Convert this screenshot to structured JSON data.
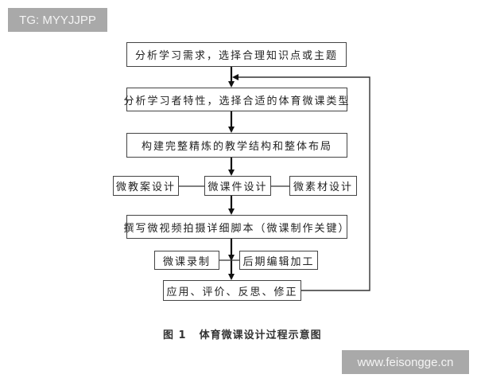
{
  "watermarks": {
    "top_left": "TG: MYYJJPP",
    "bottom_right": "www.feisongge.cn"
  },
  "flowchart": {
    "steps": [
      "分析学习需求，选择合理知识点或主题",
      "分析学习者特性，选择合适的体育微课类型",
      "构建完整精炼的教学结构和整体布局",
      "微课件设计",
      "撰写微视频拍摄详细脚本（微课制作关键）",
      "应用、评价、反思、修正"
    ],
    "design_branches": {
      "left": "微教案设计",
      "center": "微课件设计",
      "right": "微素材设计"
    },
    "production_branches": {
      "left": "微课录制",
      "right": "后期编辑加工"
    },
    "feedback_loop": "from step 6 back to step 2"
  },
  "caption": {
    "number": "图 1",
    "title": "体育微课设计过程示意图"
  }
}
